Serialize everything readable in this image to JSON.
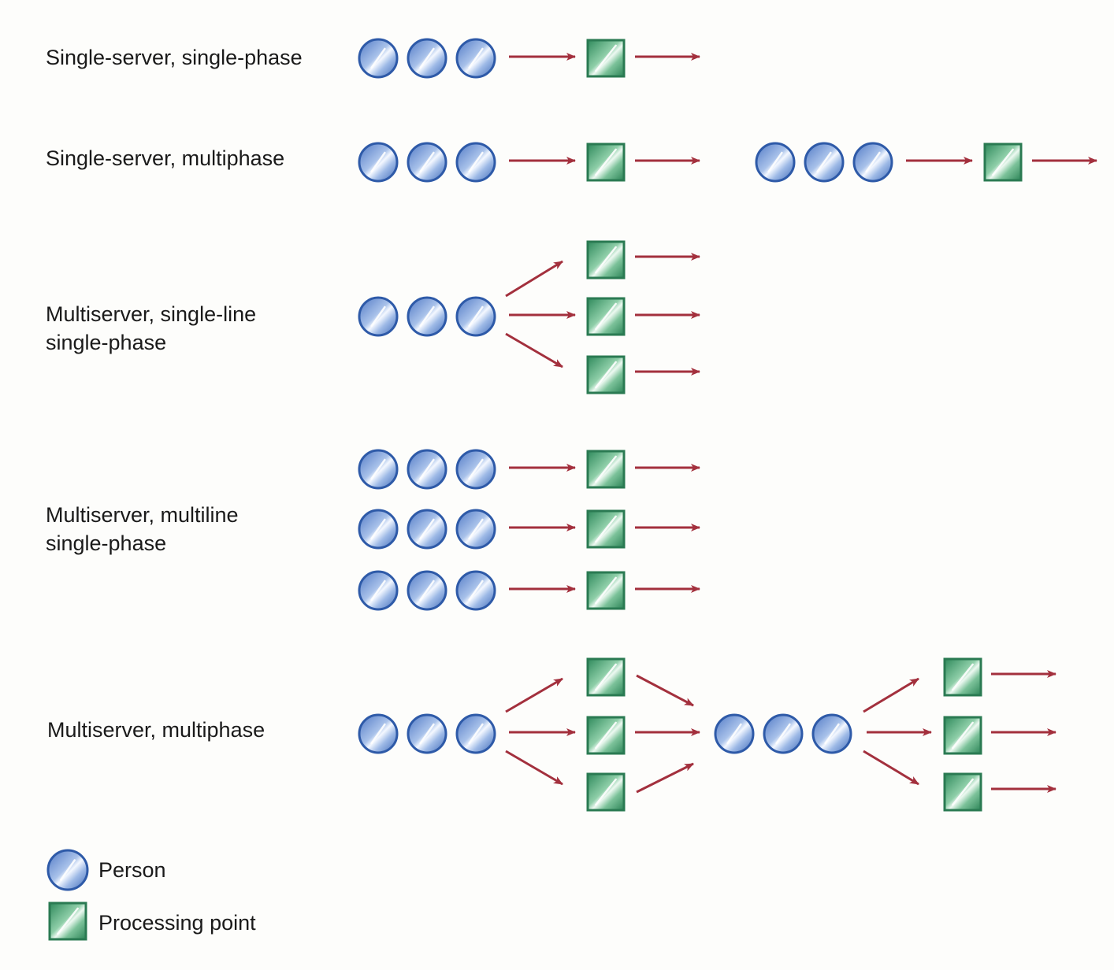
{
  "rows": [
    {
      "id": "single-server-single-phase",
      "lines": [
        "Single-server, single-phase"
      ]
    },
    {
      "id": "single-server-multiphase",
      "lines": [
        "Single-server, multiphase"
      ]
    },
    {
      "id": "multiserver-single-line",
      "lines": [
        "Multiserver, single-line",
        "single-phase"
      ]
    },
    {
      "id": "multiserver-multiline",
      "lines": [
        "Multiserver, multiline",
        "single-phase"
      ]
    },
    {
      "id": "multiserver-multiphase",
      "lines": [
        "Multiserver, multiphase"
      ]
    }
  ],
  "legend": {
    "person": "Person",
    "processing_point": "Processing point"
  },
  "colors": {
    "arrow": "#a3303d",
    "person_fill": "#7a9ed8",
    "person_stroke": "#2e5aa8",
    "server_fill": "#5fae84",
    "server_stroke": "#2a7a52"
  }
}
